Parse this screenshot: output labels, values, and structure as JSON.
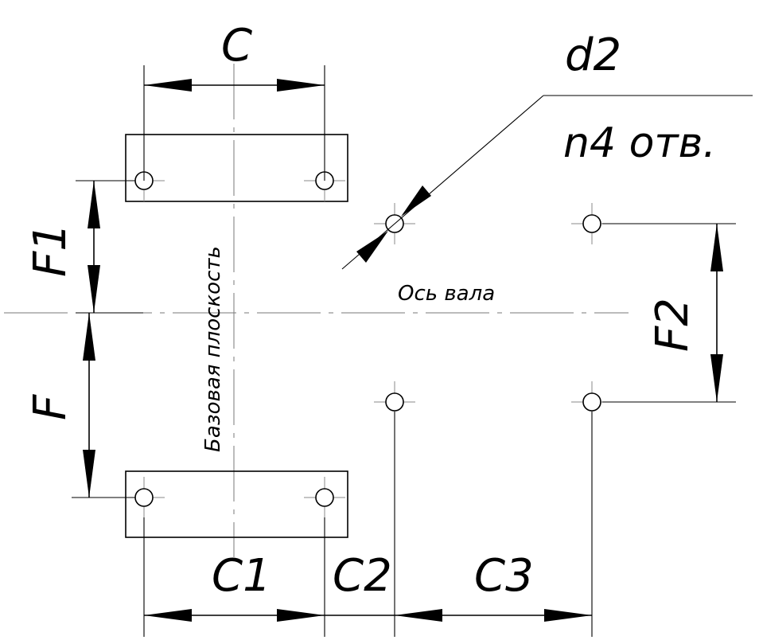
{
  "labels": {
    "c": "C",
    "c1": "C1",
    "c2": "C2",
    "c3": "C3",
    "f": "F",
    "f1": "F1",
    "f2": "F2",
    "d2": "d2",
    "holes_note": "n4 отв.",
    "shaft_axis": "Ось вала",
    "base_plane": "Базовая плоскость"
  }
}
